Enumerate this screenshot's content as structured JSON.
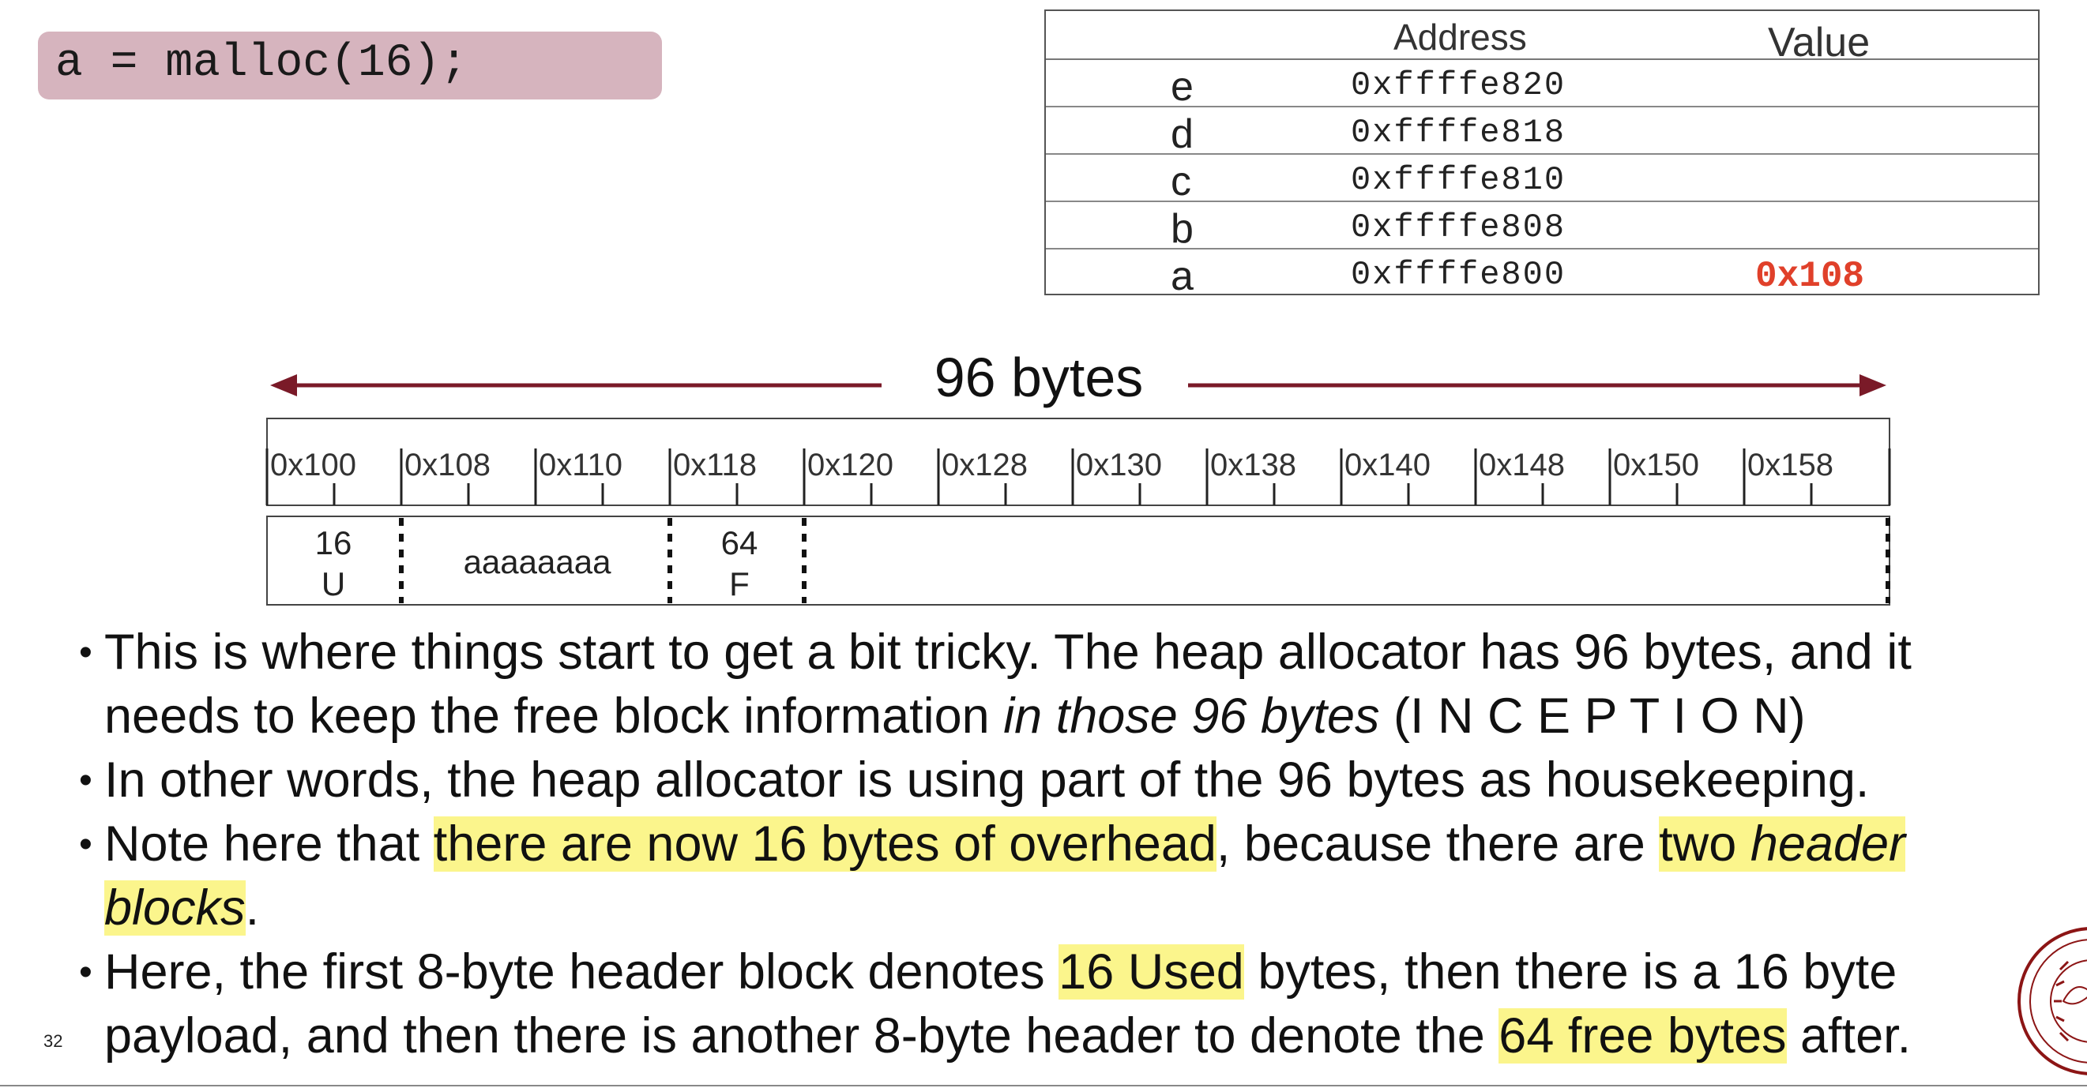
{
  "code": {
    "line": "a = malloc(16);"
  },
  "stack_table": {
    "headers": {
      "address": "Address",
      "value": "Value"
    },
    "rows": [
      {
        "name": "e",
        "address": "0xffffe820",
        "value": ""
      },
      {
        "name": "d",
        "address": "0xffffe818",
        "value": ""
      },
      {
        "name": "c",
        "address": "0xffffe810",
        "value": ""
      },
      {
        "name": "b",
        "address": "0xffffe808",
        "value": ""
      },
      {
        "name": "a",
        "address": "0xffffe800",
        "value": "0x108"
      }
    ],
    "value_color": "#e0402a"
  },
  "heap": {
    "span_label": "96 bytes",
    "arrow_color": "#7a1a28",
    "addresses": [
      "0x100",
      "0x108",
      "0x110",
      "0x118",
      "0x120",
      "0x128",
      "0x130",
      "0x138",
      "0x140",
      "0x148",
      "0x150",
      "0x158"
    ],
    "blocks": [
      {
        "line1": "16",
        "line2": "U"
      },
      {
        "line1": "aaaaaaaa",
        "line2": ""
      },
      {
        "line1": "64",
        "line2": "F"
      }
    ]
  },
  "slide_number": "32",
  "bullets": {
    "b1": {
      "t1": "This is where things start to get a bit tricky. The heap allocator has 96 bytes, and it needs to keep the free block information ",
      "italic": "in those 96 bytes",
      "t2": " (I N C E P T I O N)"
    },
    "b2": {
      "t1": "In other words, the heap allocator is using part of the 96 bytes as housekeeping."
    },
    "b3": {
      "t1": "Note here that ",
      "hl1": "there are now 16 bytes of overhead",
      "t2": ", because there are ",
      "hl2a": "two ",
      "hl2b": "header blocks",
      "t3": "."
    },
    "b4": {
      "t1": "Here, the first 8-byte header block denotes ",
      "hl1": "16 Used",
      "t2": " bytes, then there is a 16 byte payload, and then there is another 8-byte header to denote the ",
      "hl2": "64 free bytes",
      "t3": " after."
    },
    "highlight_color": "#fbf58c"
  },
  "seal": {
    "name": "university-seal"
  }
}
